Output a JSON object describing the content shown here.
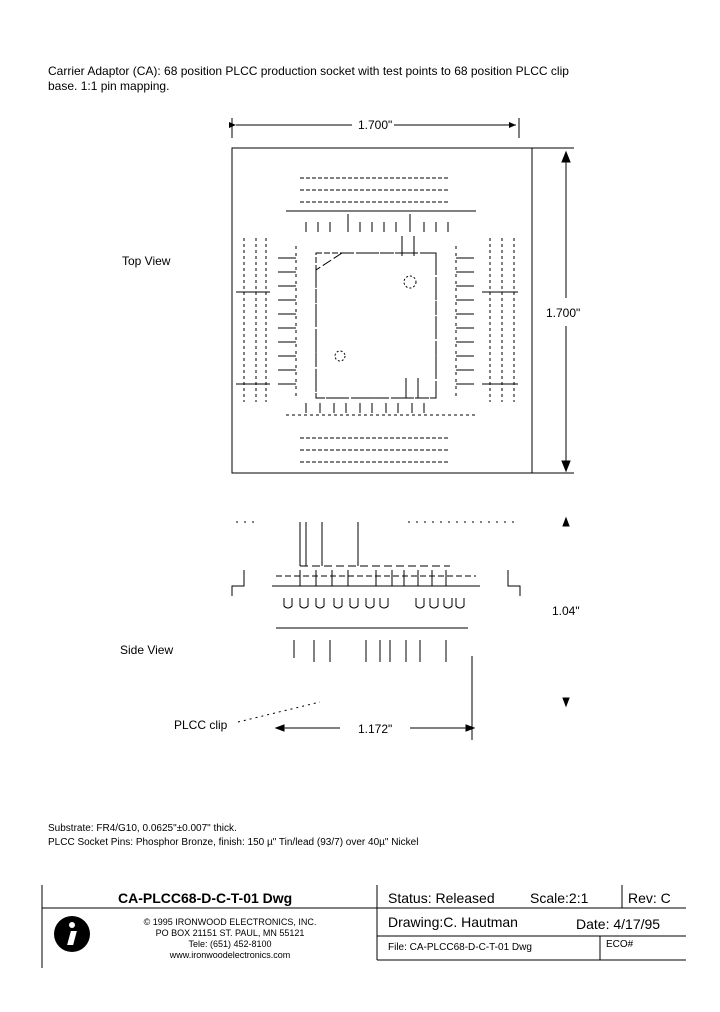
{
  "description": {
    "line1": "Carrier Adaptor (CA): 68 position PLCC production socket with test points to 68 position PLCC clip",
    "line2": "base. 1:1 pin mapping."
  },
  "views": {
    "top_view": "Top View",
    "side_view": "Side View",
    "plcc_clip": "PLCC clip"
  },
  "dimensions": {
    "top_width": "1.700\"",
    "top_height": "1.700\"",
    "side_height": "1.04\"",
    "clip_width": "1.172\""
  },
  "notes": {
    "substrate": "Substrate: FR4/G10, 0.0625\"±0.007\" thick.",
    "pins": "PLCC Socket Pins:  Phosphor Bronze, finish:  150 µ\" Tin/lead (93/7) over 40µ\" Nickel"
  },
  "title_block": {
    "drawing_number": "CA-PLCC68-D-C-T-01 Dwg",
    "status": "Status: Released",
    "scale": "Scale:2:1",
    "rev": "Rev: C",
    "copyright": "© 1995 IRONWOOD ELECTRONICS, INC.",
    "address": "PO BOX 21151 ST. PAUL, MN  55121",
    "phone": "Tele: (651) 452-8100",
    "website": "www.ironwoodelectronics.com",
    "drawing_by": "Drawing:C. Hautman",
    "date": "Date: 4/17/95",
    "file": "File: CA-PLCC68-D-C-T-01  Dwg",
    "eco": "ECO#"
  }
}
